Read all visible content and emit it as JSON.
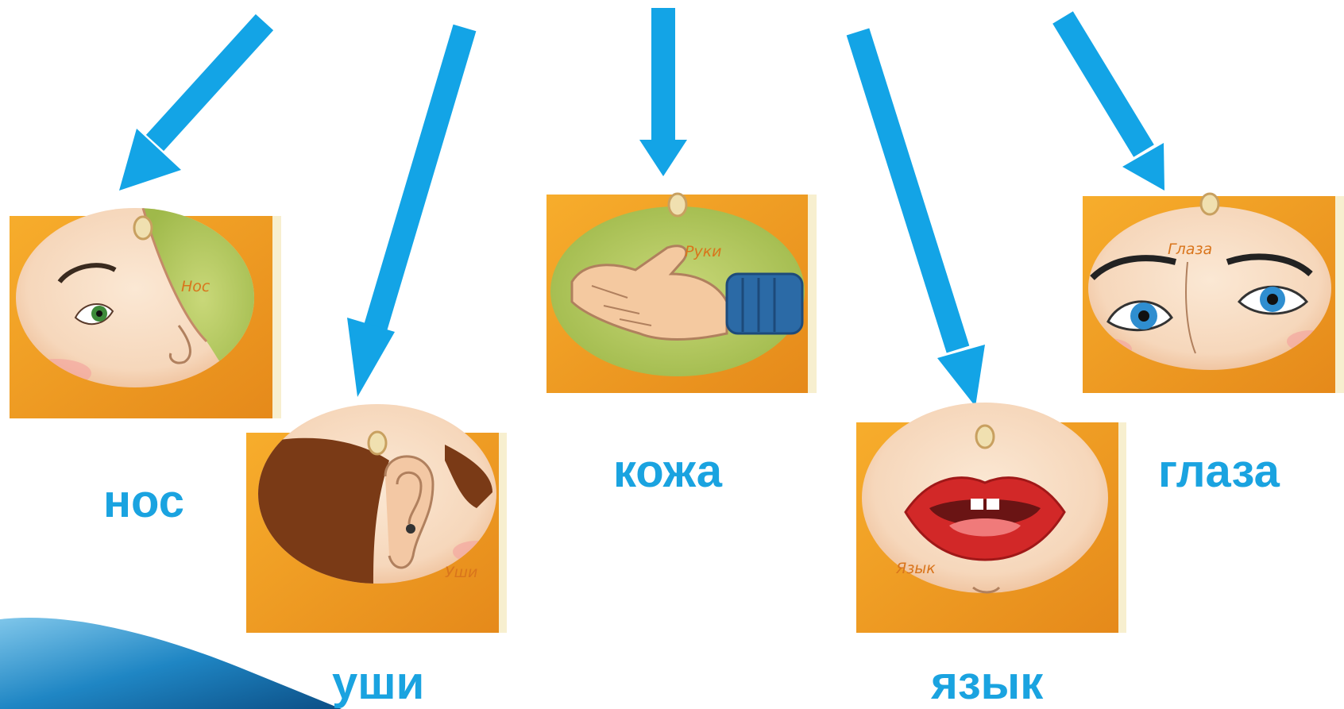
{
  "colors": {
    "arrow": "#13a4e6",
    "label": "#1aa3e0",
    "card_bg": "#f2a020",
    "card_green": "#b8cc5a",
    "card_skin": "#f7dcc0",
    "card_text": "#d9751c",
    "corner_shape": "#2a90c8"
  },
  "organs": [
    {
      "id": "nose",
      "word": "нос",
      "card_label": "Нос",
      "icon": "nose-icon"
    },
    {
      "id": "ears",
      "word": "уши",
      "card_label": "Уши",
      "icon": "ear-icon"
    },
    {
      "id": "skin",
      "word": "кожа",
      "card_label": "Руки",
      "icon": "hand-icon"
    },
    {
      "id": "tongue",
      "word": "язык",
      "card_label": "Язык",
      "icon": "mouth-icon"
    },
    {
      "id": "eyes",
      "word": "глаза",
      "card_label": "Глаза",
      "icon": "eyes-icon"
    }
  ]
}
